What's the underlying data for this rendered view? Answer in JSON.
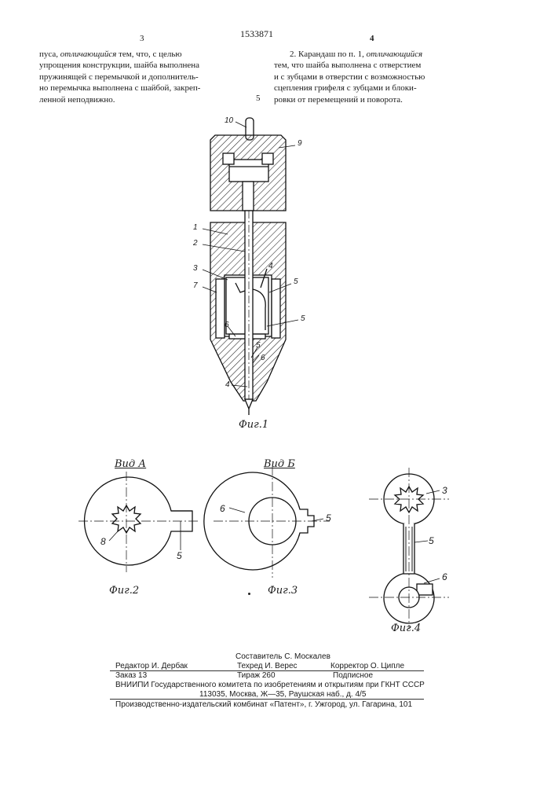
{
  "header": {
    "page_left": "3",
    "patent_number": "1533871",
    "page_right": "4",
    "margin_line": "5"
  },
  "col_left": {
    "lines": [
      "пуса, ",
      "упрощения конструкции, шайба выполнена",
      "пружинящей с перемычкой и дополнитель-",
      "но перемычка выполнена с шайбой, закреп-",
      "ленной неподвижно."
    ],
    "italic_term": "отличающийся",
    "line1_tail": " тем, что, с целью"
  },
  "col_right": {
    "line1_head": "2. Карандаш по п. 1, ",
    "italic_term": "отличающийся",
    "lines": [
      "тем, что шайба выполнена с отверстием",
      "и с зубцами в отверстии с возможностью",
      "сцепления грифеля с зубцами и блоки-",
      "ровки от перемещений и поворота."
    ]
  },
  "figures": {
    "fig1": {
      "caption": "Фиг.1",
      "callouts": [
        "10",
        "9",
        "1",
        "2",
        "3",
        "7",
        "4",
        "5",
        "5",
        "6",
        "5",
        "6",
        "4"
      ]
    },
    "fig2": {
      "view": "Вид А",
      "caption": "Фиг.2",
      "callouts": [
        "8",
        "5"
      ]
    },
    "fig3": {
      "view": "Вид Б",
      "caption": "Фиг.3",
      "callouts": [
        "6",
        "5"
      ]
    },
    "fig4": {
      "caption": "Фиг.4",
      "callouts": [
        "3",
        "5",
        "6"
      ]
    }
  },
  "footer": {
    "composer": "Составитель С. Москалев",
    "editor": "Редактор И. Дербак",
    "techred": "Техред И. Верес",
    "corrector": "Корректор О. Ципле",
    "order": "Заказ 13",
    "circulation": "Тираж 260",
    "subscription": "Подписное",
    "institute": "ВНИИПИ Государственного комитета по изобретениям и открытиям при ГКНТ СССР",
    "address": "113035, Москва, Ж—35, Раушская наб., д. 4/5",
    "printer": "Производственно-издательский комбинат «Патент», г. Ужгород, ул. Гагарина, 101"
  }
}
